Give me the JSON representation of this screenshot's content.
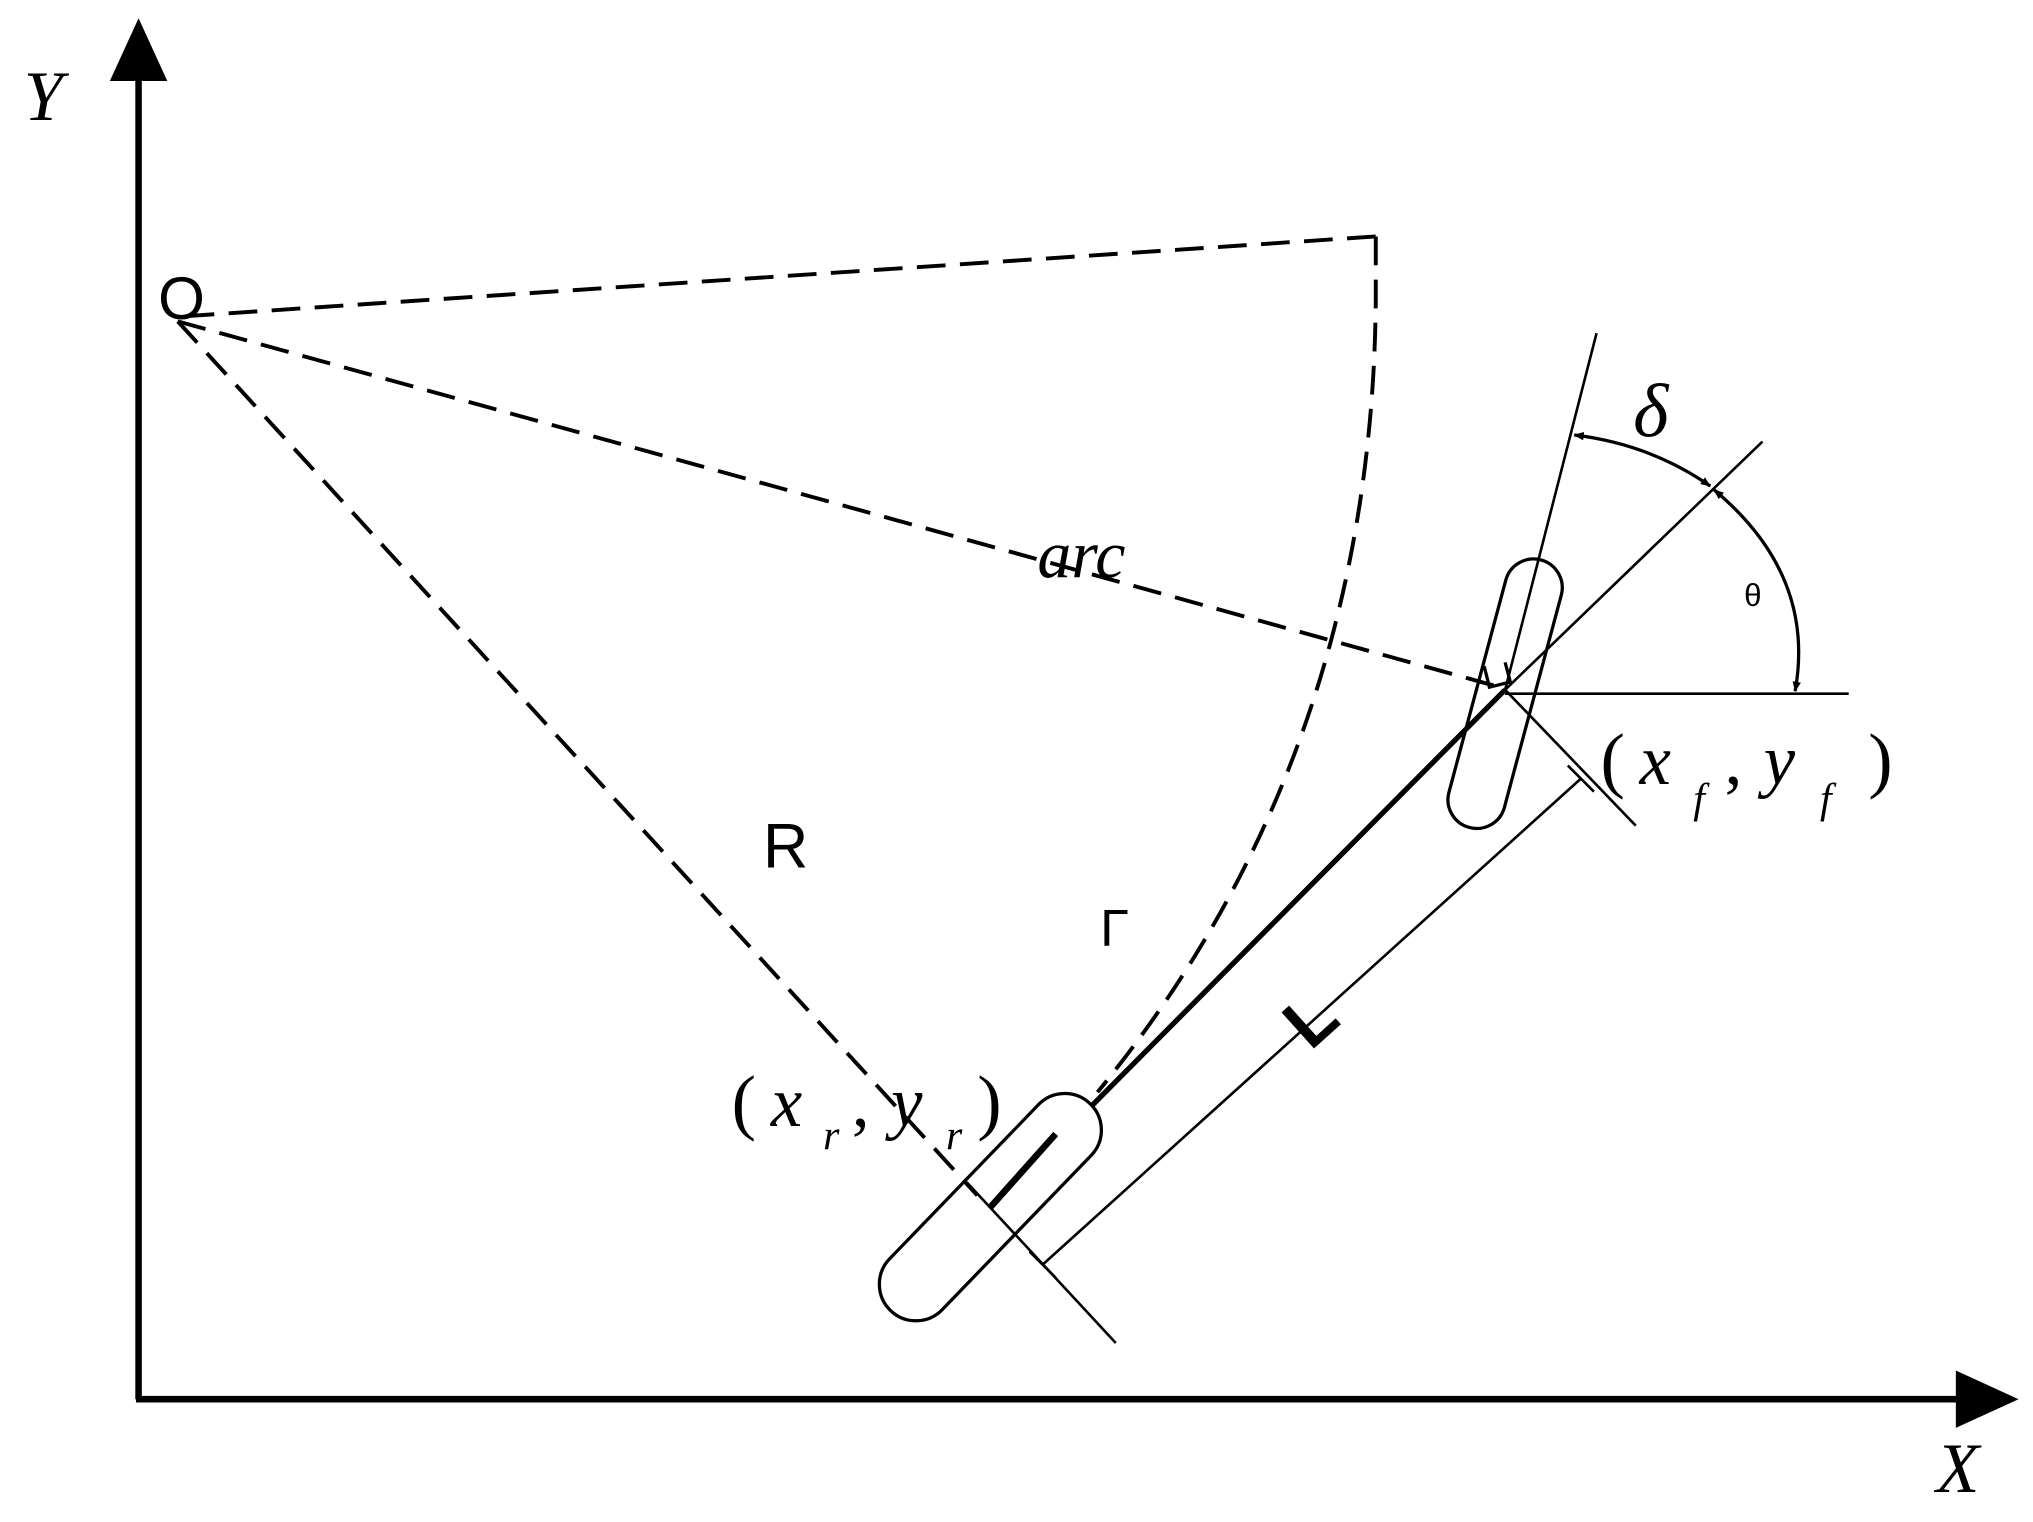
{
  "axes": {
    "y_label": "Y",
    "x_label": "X"
  },
  "points": {
    "center": "O",
    "front_open": "(",
    "front_x": "x",
    "front_x_sub": "f",
    "front_comma": ",",
    "front_y": "y",
    "front_y_sub": "f",
    "front_close": ")",
    "rear_open": "(",
    "rear_x": "x",
    "rear_x_sub": "r",
    "rear_comma": ",",
    "rear_y": "y",
    "rear_y_sub": "r",
    "rear_close": ")"
  },
  "labels": {
    "radius": "R",
    "arc": "arc",
    "gamma": "Γ",
    "wheelbase": "L",
    "delta": "δ",
    "theta": "θ"
  },
  "colors": {
    "ink": "#000000",
    "background": "#ffffff"
  }
}
